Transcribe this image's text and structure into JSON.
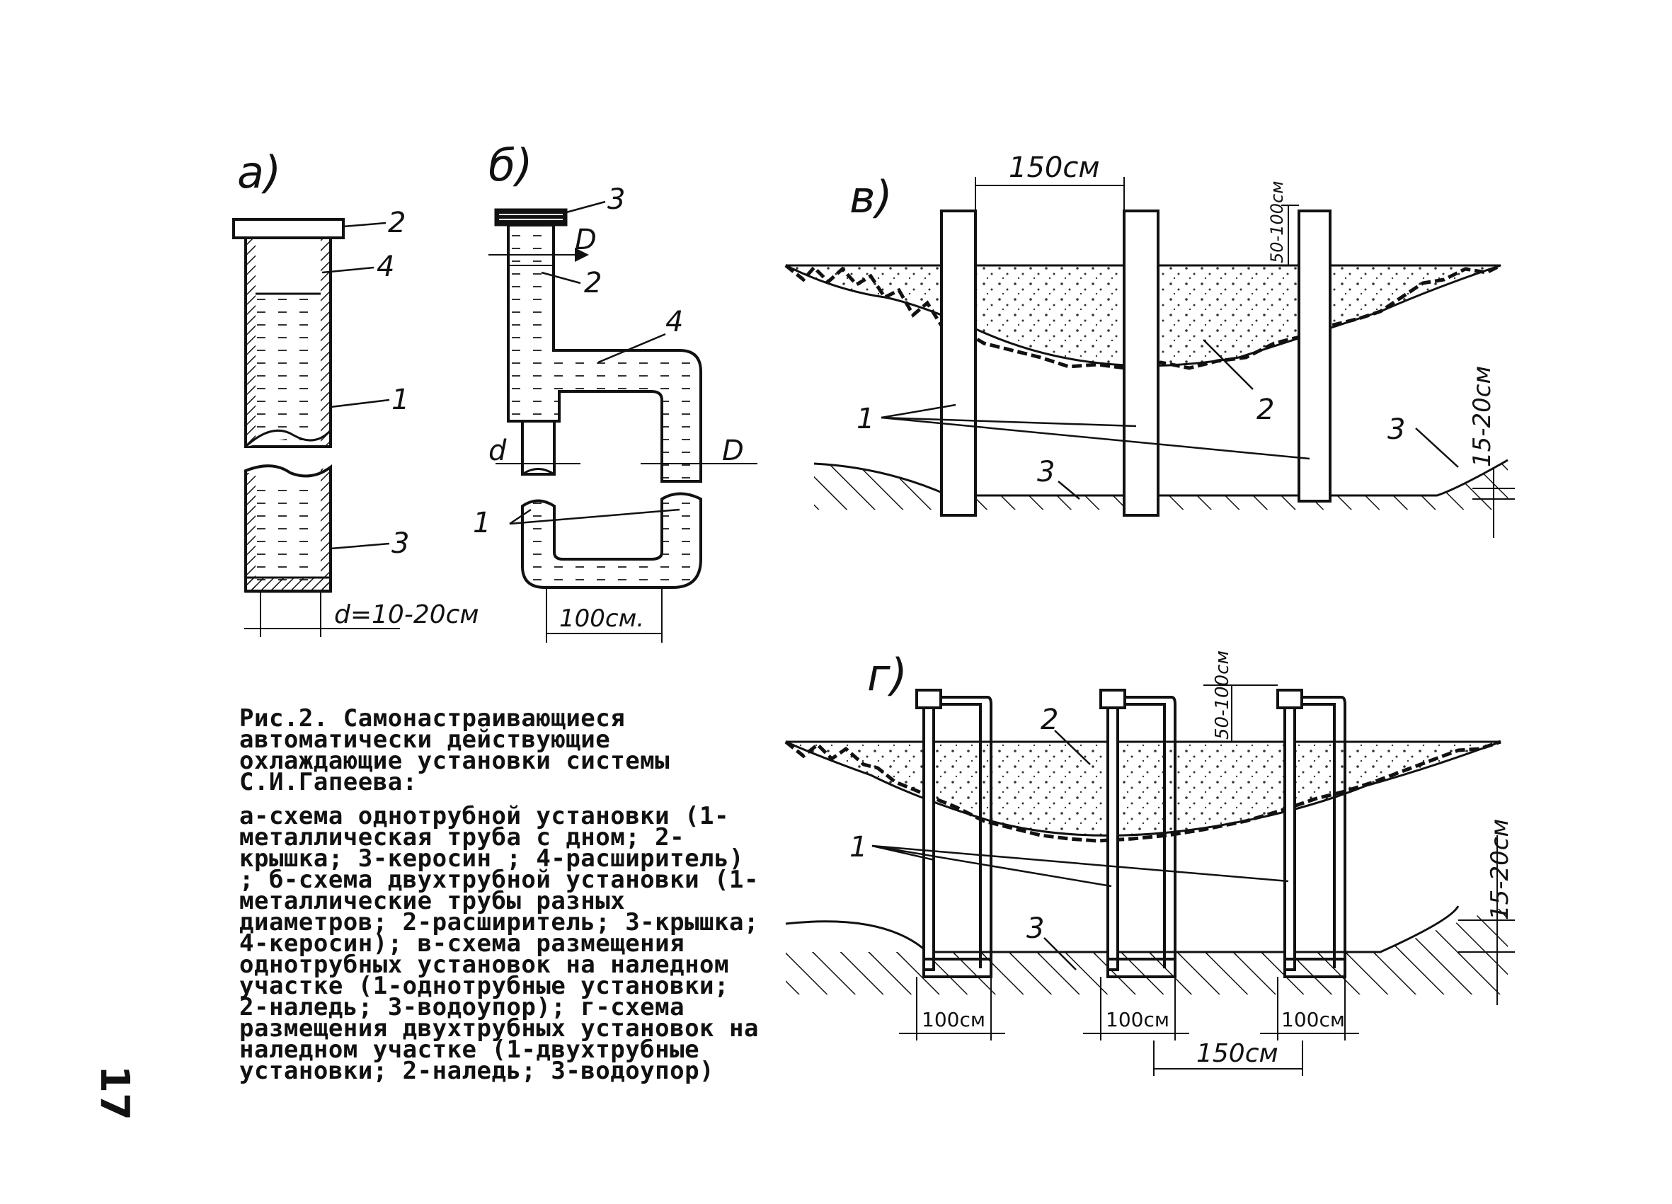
{
  "page_number": "17",
  "caption": {
    "title": "Рис.2. Самонастраивающиеся автоматически действующие охлаждающие установки системы С.И.Гапеева:",
    "body": "а-схема однотрубной установки (1-металлическая труба с дном; 2-крышка; 3-керосин ; 4-расширитель) ; б-схема двухтрубной установки (1-металлические трубы разных диаметров; 2-расширитель; 3-крышка; 4-керосин); в-схема размещения однотрубных установок на наледном участке (1-однотрубные установки; 2-наледь; 3-водоупор); г-схема размещения двухтрубных установок на наледном участке (1-двухтрубные установки; 2-наледь; 3-водоупор)"
  },
  "diagram_a": {
    "letter": "а)",
    "labels": [
      "2",
      "4",
      "1",
      "3"
    ],
    "dimension": "d=10-20см"
  },
  "diagram_b": {
    "letter": "б)",
    "labels": [
      "3",
      "2",
      "4",
      "1"
    ],
    "dim_D": "D",
    "dim_d": "d",
    "dimension": "100см."
  },
  "diagram_v": {
    "letter": "в)",
    "top_dim": "150см",
    "height_dim": "50-100см",
    "depth_dim": "15-20см",
    "labels": [
      "1",
      "2",
      "3",
      "3"
    ]
  },
  "diagram_g": {
    "letter": "г)",
    "height_dim": "50-100см",
    "depth_dim": "15-20см",
    "labels": [
      "2",
      "1",
      "3"
    ],
    "bottom_dims": [
      "100см",
      "100см",
      "100см"
    ],
    "spacing_dim": "150см"
  },
  "colors": {
    "ink": "#111111",
    "paper": "#ffffff"
  }
}
